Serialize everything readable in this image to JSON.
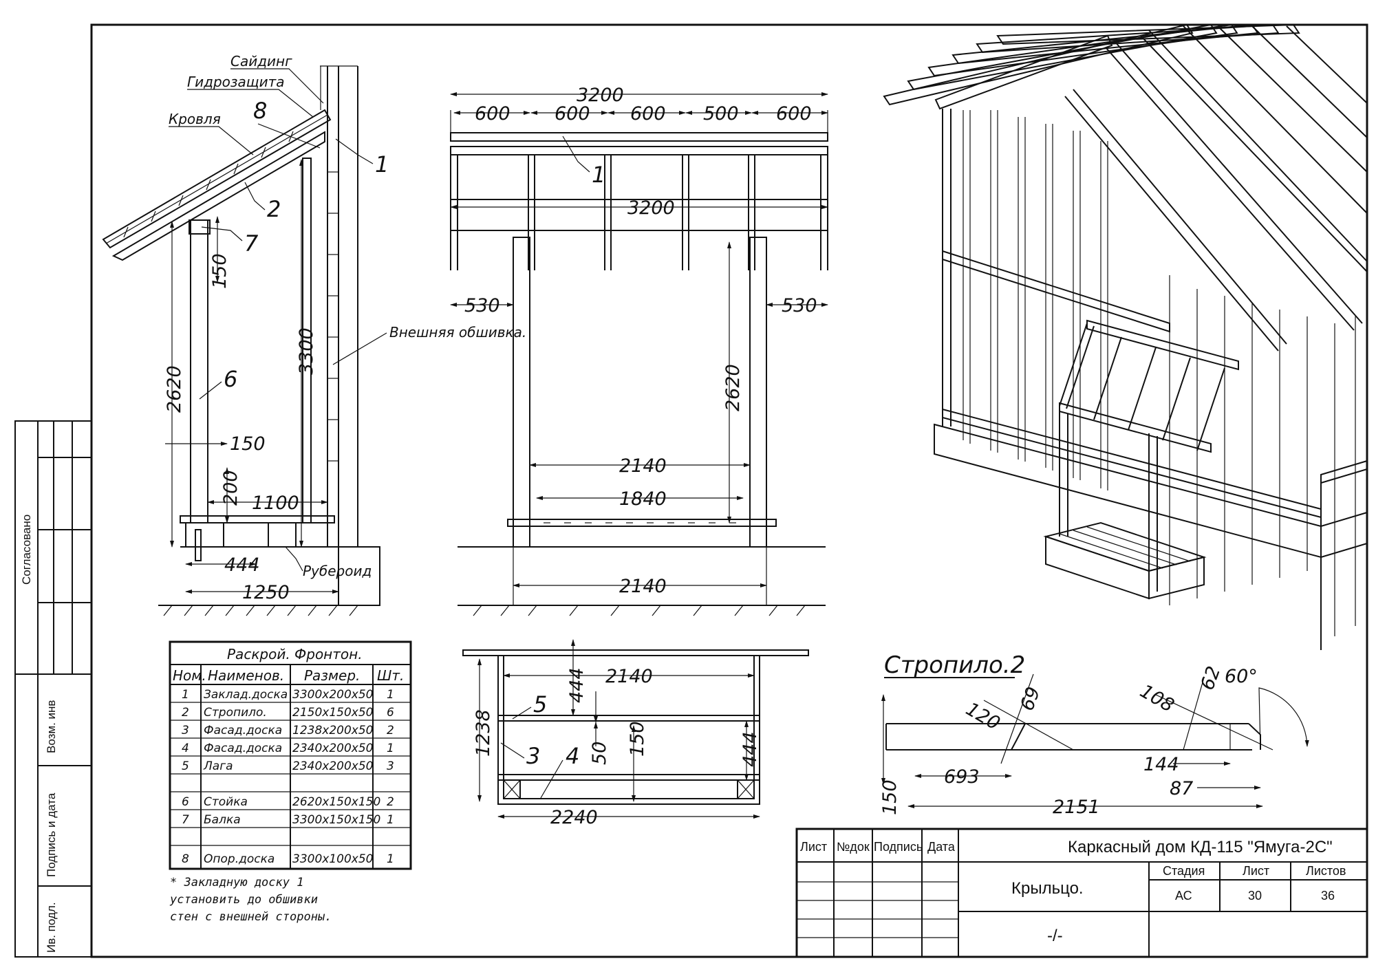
{
  "sheet": {
    "side_stamp": {
      "agreed": "Согласовано",
      "inv_replace": "Возм. инв",
      "sign_date": "Подпись и дата",
      "inv_orig": "Ив. подл."
    }
  },
  "side_view": {
    "labels": {
      "siding": "Сайдинг",
      "waterproof": "Гидрозащита",
      "roof": "Кровля",
      "outer_sheathing": "Внешняя обшивка.",
      "ruberoid": "Рубероид"
    },
    "callouts": [
      "8",
      "1",
      "2",
      "7",
      "6"
    ],
    "dims": {
      "h150": "150",
      "h3300": "3300",
      "h2620": "2620",
      "w150": "150",
      "h200": "200",
      "w1100": "1100",
      "w444": "444",
      "w1250": "1250"
    }
  },
  "front_view": {
    "dims": {
      "total_top": "3200",
      "spans": [
        "600",
        "600",
        "600",
        "500",
        "600"
      ],
      "beam": "3200",
      "left_overhang": "530",
      "right_overhang": "530",
      "height": "2620",
      "inner": "2140",
      "deck": "1840",
      "base": "2140"
    },
    "callout": "1"
  },
  "plan_view": {
    "dims": {
      "w2140": "2140",
      "d444a": "444",
      "d1238": "1238",
      "d50": "50",
      "d150": "150",
      "d444b": "444",
      "w2240": "2240"
    },
    "callouts": [
      "5",
      "3",
      "4"
    ]
  },
  "rafter": {
    "title": "Стропило.2",
    "dims": {
      "a120": "120",
      "a69": "69",
      "a108": "108",
      "a62": "62",
      "angle": "60°",
      "a693": "693",
      "a144": "144",
      "a87": "87",
      "h150": "150",
      "len": "2151"
    }
  },
  "cut_table": {
    "title": "Раскрой. Фронтон.",
    "headers": [
      "Ном.",
      "Наименов.",
      "Размер.",
      "Шт."
    ],
    "rows": [
      [
        "1",
        "Заклад.доска",
        "3300x200x50",
        "1"
      ],
      [
        "2",
        "Стропило.",
        "2150x150x50",
        "6"
      ],
      [
        "3",
        "Фасад.доска",
        "1238x200x50",
        "2"
      ],
      [
        "4",
        "Фасад.доска",
        "2340x200x50",
        "1"
      ],
      [
        "5",
        "Лага",
        "2340x200x50",
        "3"
      ],
      [
        "",
        "",
        "",
        ""
      ],
      [
        "6",
        "Стойка",
        "2620x150x150",
        "2"
      ],
      [
        "7",
        "Балка",
        "3300x150x150",
        "1"
      ],
      [
        "",
        "",
        "",
        ""
      ],
      [
        "8",
        "Опор.доска",
        "3300x100x50",
        "1"
      ]
    ],
    "note": [
      "* Закладную доску 1",
      "установить до обшивки",
      "стен с внешней стороны."
    ]
  },
  "title_block": {
    "cols": [
      "Лист",
      "№док",
      "Подпись",
      "Дата"
    ],
    "project": "Каркасный дом КД-115 \"Ямуга-2С\"",
    "sheet_name": "Крыльцо.",
    "stage_label": "Стадия",
    "sheet_label": "Лист",
    "sheets_label": "Листов",
    "stage": "АС",
    "sheet_no": "30",
    "sheets_total": "36",
    "extra": "-/-"
  }
}
